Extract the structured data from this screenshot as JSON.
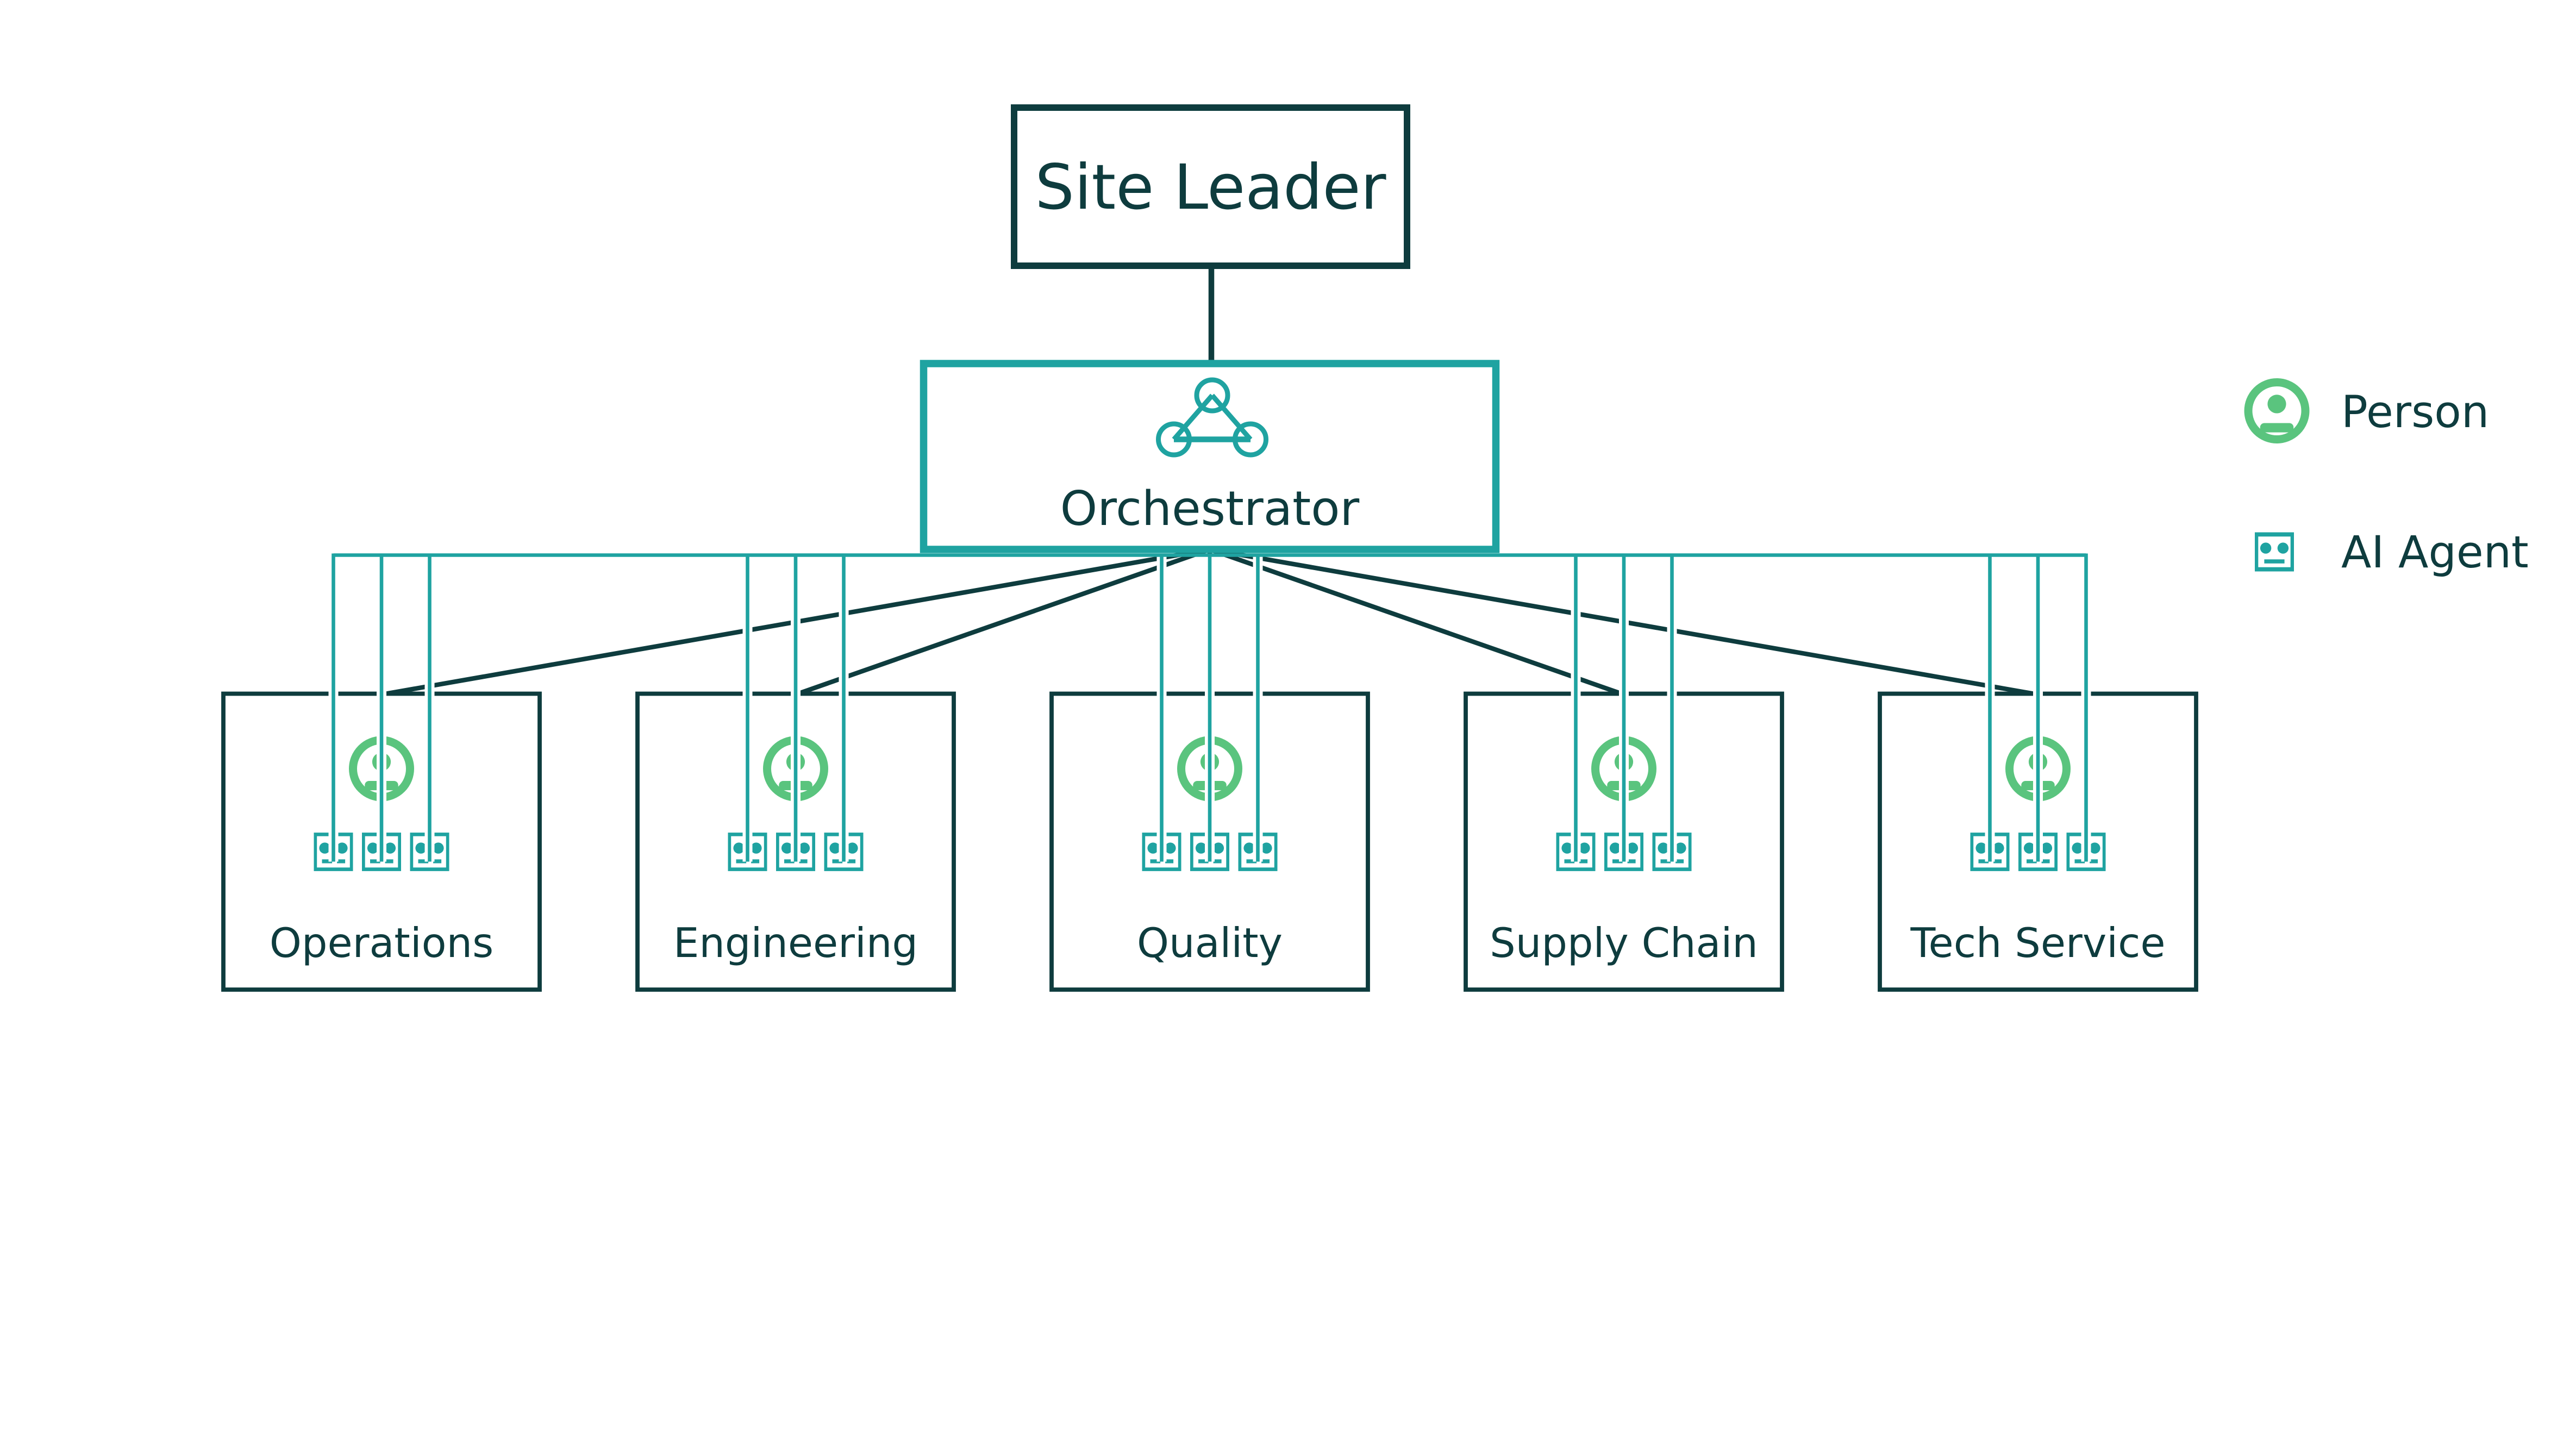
{
  "diagram": {
    "root": {
      "label": "Site Leader"
    },
    "orchestrator": {
      "label": "Orchestrator",
      "icon": "orchestrator-triangle-icon"
    },
    "departments": [
      {
        "label": "Operations",
        "lead_icon": "person-icon",
        "agent_icon": "ai-agent-icon",
        "agent_count": 3
      },
      {
        "label": "Engineering",
        "lead_icon": "person-icon",
        "agent_icon": "ai-agent-icon",
        "agent_count": 3
      },
      {
        "label": "Quality",
        "lead_icon": "person-icon",
        "agent_icon": "ai-agent-icon",
        "agent_count": 3
      },
      {
        "label": "Supply Chain",
        "lead_icon": "person-icon",
        "agent_icon": "ai-agent-icon",
        "agent_count": 3
      },
      {
        "label": "Tech Service",
        "lead_icon": "person-icon",
        "agent_icon": "ai-agent-icon",
        "agent_count": 3
      }
    ],
    "legend": {
      "items": [
        {
          "icon": "person-icon",
          "label": "Person"
        },
        {
          "icon": "ai-agent-icon",
          "label": "AI Agent"
        }
      ]
    },
    "colors": {
      "dark": "#0e3c3e",
      "teal": "#1fa3a1",
      "green": "#5ac47e",
      "background": "#ffffff"
    }
  }
}
